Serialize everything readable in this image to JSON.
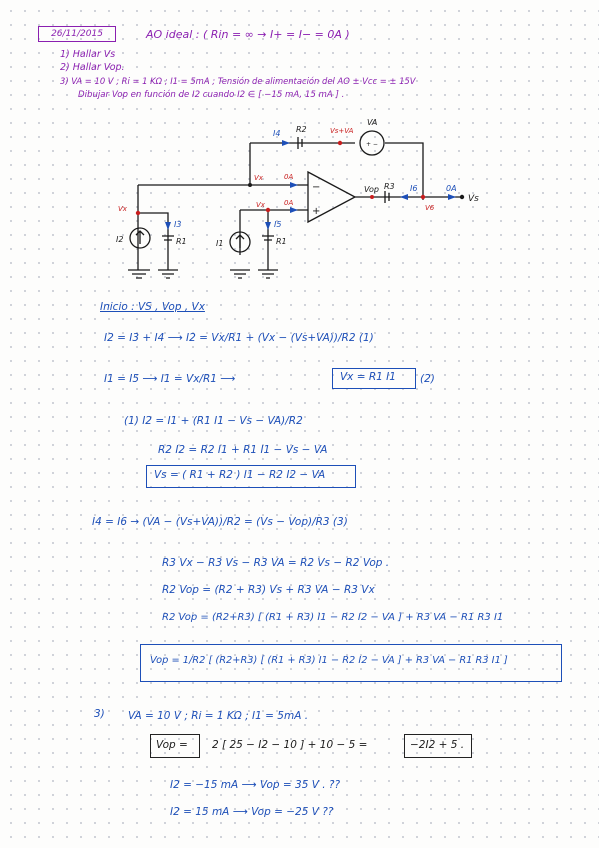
{
  "header": {
    "date": "26/11/2015",
    "title": "AO ideal :  ( Rin = ∞  →  I+ = I− = 0A )",
    "items": [
      "1)  Hallar  Vs",
      "2)  Hallar  Vop.",
      "3)  VA = 10 V   ;   Ri = 1 KΩ   ;   I1 = 5mA   ;   Tensión de alimentación  del AO   ± Vcc = ± 15V",
      "Dibujar  Vop  en  función  de  I2   cuando   I2 ∈ [ −15 mA,  15 mA ] ."
    ]
  },
  "circuit": {
    "labels": {
      "i4": "I4",
      "r2": "R2",
      "vs_va": "Vs+VA",
      "va": "VA",
      "vx_top": "Vx",
      "oa_top": "0A",
      "vop": "Vop",
      "r3": "R3",
      "i6": "I6",
      "oa_right": "0A",
      "vs": "Vs",
      "v6": "V6",
      "vx_left": "Vx",
      "vx_mid": "Vx",
      "oa_mid": "0A",
      "i3": "I3",
      "i5": "I5",
      "i2": "I2",
      "r1_left": "R1",
      "i1": "I1",
      "r1_right": "R1",
      "minus": "−",
      "plus": "+",
      "plus_minus": "+ −"
    }
  },
  "solution": {
    "intro": "Inicio :   VS , Vop , Vx",
    "eq1": "I2 = I3 + I4   ⟶   I2 = Vx/R1 + (Vx − (Vs+VA))/R2      (1)",
    "eq2": "I1 = I5        ⟶   I1 = Vx/R1   ⟶",
    "eq2_box": "Vx = R1 I1",
    "eq2_num": "(2)",
    "eq3": "(1)     I2 = I1 + (R1 I1 − Vs − VA)/R2",
    "eq4": "R2 I2 = R2 I1 + R1 I1 − Vs − VA",
    "eq5_box": "Vs =  ( R1 + R2 ) I1  −  R2 I2  − VA",
    "eq6": "I4 = I6  →  (VA − (Vs+VA))/R2 = (Vs − Vop)/R3     (3)",
    "eq7": "R3 Vx − R3 Vs − R3 VA =  R2 Vs − R2 Vop .",
    "eq8": "R2 Vop =  (R2 + R3) Vs  +  R3 VA  −  R3 Vx",
    "eq9": "R2 Vop =   (R2+R3)  [ (R1 + R3) I1 − R2 I2 − VA ]  + R3 VA − R1 R3 I1",
    "eq10_box": "Vop =  1/R2 [ (R2+R3) [ (R1 + R3) I1 − R2 I2 − VA ] + R3 VA − R1 R3 I1 ]",
    "part3_label": "3)",
    "part3_data": "VA = 10 V   ;   Ri = 1 KΩ   ;   I1 = 5mA .",
    "vop_label": "Vop =",
    "vop_calc": "2 [ 25 − I2 − 10 ]  +  10  −  5   =",
    "vop_result": "−2I2 + 5 .",
    "case1": "I2 = −15 mA    ⟶    Vop = 35 V .    ??",
    "case2": "I2 =  15 mA    ⟶    Vop = −25 V    ??"
  }
}
